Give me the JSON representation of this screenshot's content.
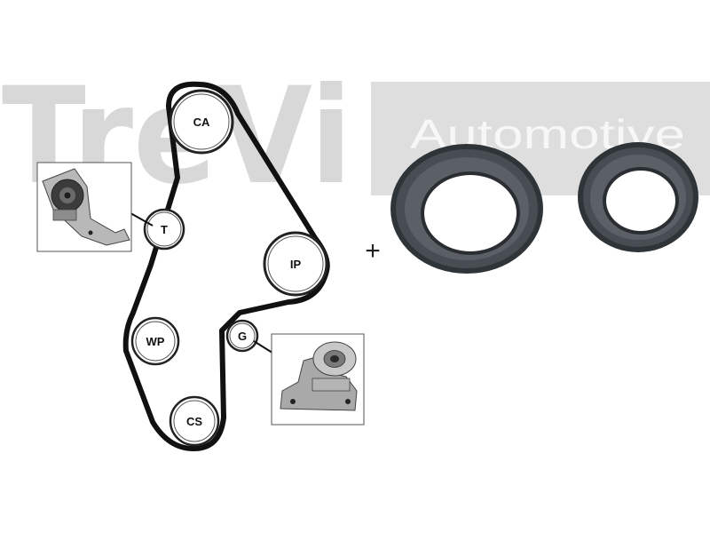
{
  "watermark": {
    "brand": "TreVi",
    "tagline": "Automotive"
  },
  "diagram": {
    "pulleys": {
      "camshaft": "CA",
      "tensioner": "T",
      "injection_pump": "IP",
      "water_pump": "WP",
      "guide": "G",
      "crankshaft": "CS"
    },
    "plus_sign": "+"
  },
  "colors": {
    "belt": "#111111",
    "pulley_stroke": "#222222",
    "seal_dark": "#2f3438",
    "seal_mid": "#585e64",
    "watermark_bg": "#dcdcdc",
    "watermark_text": "#cfcfcf"
  }
}
